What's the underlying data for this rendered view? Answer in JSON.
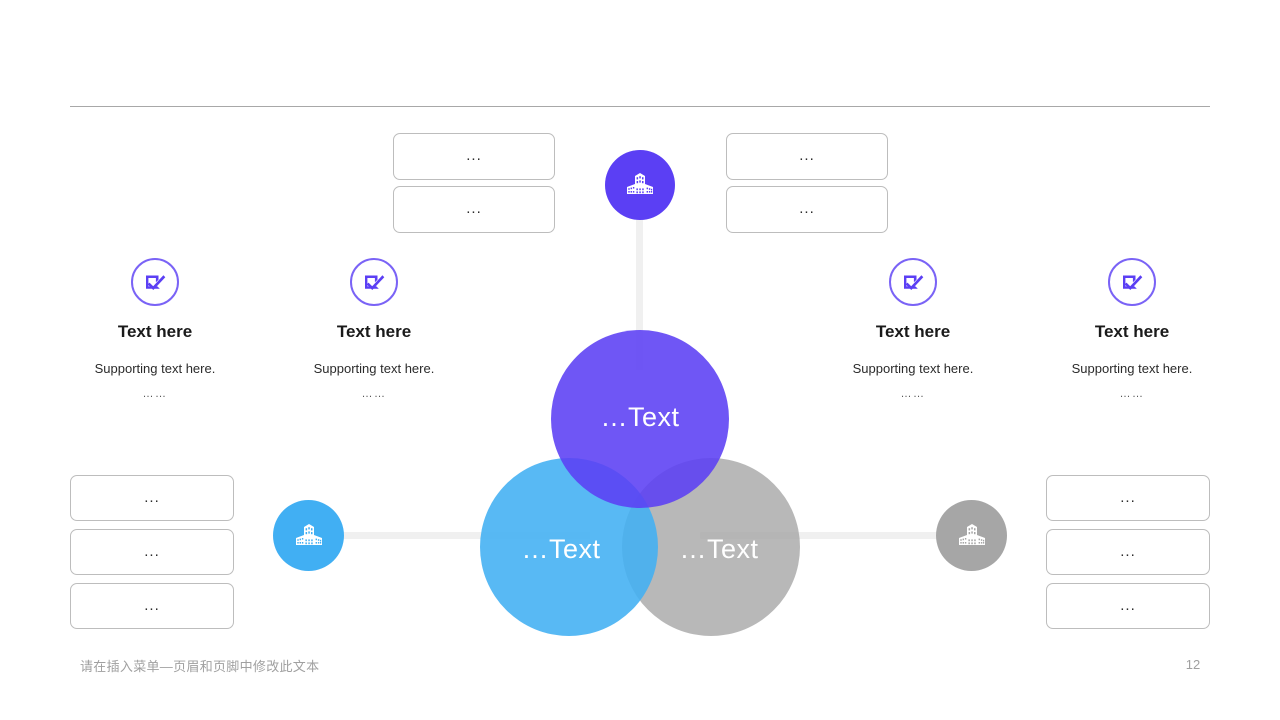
{
  "slide": {
    "page_number": "12",
    "footer_text": "请在插入菜单—页眉和页脚中修改此文本"
  },
  "colors": {
    "purple": "#5B3FF4",
    "purple_outline": "#7A63F6",
    "blue": "#41AFF3",
    "gray": "#A6A6A6",
    "connector": "#F0F0F0",
    "box_border": "#BDBDBD",
    "rule": "#A8A8A8",
    "footer": "#A0A0A0"
  },
  "venn": {
    "circles": [
      {
        "id": "purple",
        "label": "…Text",
        "icon": "building-icon"
      },
      {
        "id": "blue",
        "label": "…Text",
        "icon": "building-icon"
      },
      {
        "id": "gray",
        "label": "…Text",
        "icon": "building-icon"
      }
    ]
  },
  "nodes": {
    "top": {
      "icon": "building-icon",
      "color": "#5B3FF4"
    },
    "left": {
      "icon": "building-icon",
      "color": "#41AFF3"
    },
    "right": {
      "icon": "building-icon",
      "color": "#A6A6A6"
    }
  },
  "callout_boxes": {
    "top_left": [
      {
        "text": "..."
      },
      {
        "text": "..."
      }
    ],
    "top_right": [
      {
        "text": "..."
      },
      {
        "text": "..."
      }
    ],
    "left": [
      {
        "text": "..."
      },
      {
        "text": "..."
      },
      {
        "text": "..."
      }
    ],
    "right": [
      {
        "text": "..."
      },
      {
        "text": "..."
      },
      {
        "text": "..."
      }
    ]
  },
  "features": [
    {
      "icon": "checkbox-check-icon",
      "title": "Text here",
      "subtitle": "Supporting  text here.",
      "ellipsis": "……"
    },
    {
      "icon": "checkbox-check-icon",
      "title": "Text here",
      "subtitle": "Supporting  text here.",
      "ellipsis": "……"
    },
    {
      "icon": "checkbox-check-icon",
      "title": "Text here",
      "subtitle": "Supporting  text here.",
      "ellipsis": "……"
    },
    {
      "icon": "checkbox-check-icon",
      "title": "Text here",
      "subtitle": "Supporting  text here.",
      "ellipsis": "……"
    }
  ]
}
